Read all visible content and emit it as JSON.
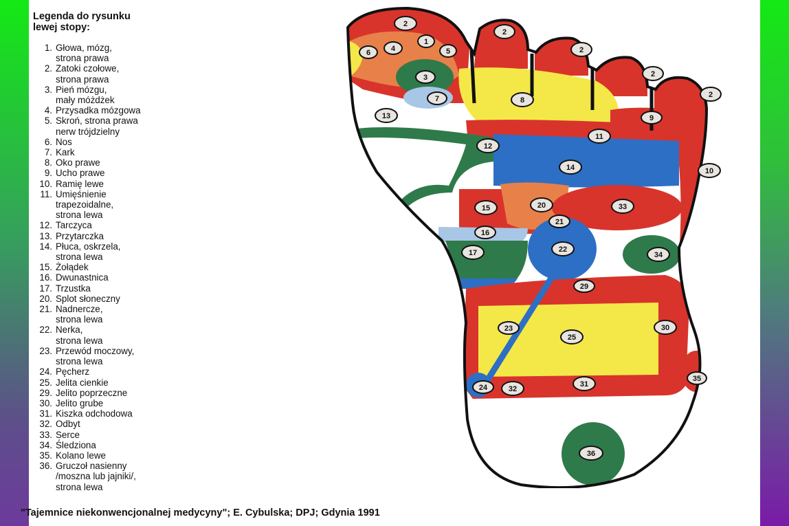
{
  "legend": {
    "title": "Legenda do rysunku\nlewej stopy:",
    "items": [
      {
        "num": "1.",
        "text": "Głowa, mózg,\nstrona prawa"
      },
      {
        "num": "2.",
        "text": "Zatoki czołowe,\nstrona prawa"
      },
      {
        "num": "3.",
        "text": "Pień mózgu,\nmały móżdżek"
      },
      {
        "num": "4.",
        "text": "Przysadka mózgowa"
      },
      {
        "num": "5.",
        "text": "Skroń, strona prawa\nnerw trójdzielny"
      },
      {
        "num": "6.",
        "text": "Nos"
      },
      {
        "num": "7.",
        "text": "Kark"
      },
      {
        "num": "8.",
        "text": "Oko prawe"
      },
      {
        "num": "9.",
        "text": "Ucho prawe"
      },
      {
        "num": "10.",
        "text": "Ramię lewe"
      },
      {
        "num": "11.",
        "text": "Umięśnienie\ntrapezoidalne,\nstrona lewa"
      },
      {
        "num": "12.",
        "text": "Tarczyca"
      },
      {
        "num": "13.",
        "text": "Przytarczka"
      },
      {
        "num": "14.",
        "text": "Płuca, oskrzela,\nstrona lewa"
      },
      {
        "num": "15.",
        "text": "Żołądek"
      },
      {
        "num": "16.",
        "text": "Dwunastnica"
      },
      {
        "num": "17.",
        "text": "Trzustka"
      },
      {
        "num": "20.",
        "text": "Splot słoneczny"
      },
      {
        "num": "21.",
        "text": "Nadnercze,\nstrona lewa"
      },
      {
        "num": "22.",
        "text": "Nerka,\nstrona lewa"
      },
      {
        "num": "23.",
        "text": "Przewód moczowy,\nstrona lewa"
      },
      {
        "num": "24.",
        "text": "Pęcherz"
      },
      {
        "num": "25.",
        "text": "Jelita cienkie"
      },
      {
        "num": "29.",
        "text": "Jelito poprzeczne"
      },
      {
        "num": "30.",
        "text": "Jelito grube"
      },
      {
        "num": "31.",
        "text": "Kiszka odchodowa"
      },
      {
        "num": "32.",
        "text": "Odbyt"
      },
      {
        "num": "33.",
        "text": "Serce"
      },
      {
        "num": "34.",
        "text": "Śledziona"
      },
      {
        "num": "35.",
        "text": "Kolano lewe"
      },
      {
        "num": "36.",
        "text": "Gruczoł nasienny\n/moszna lub jajniki/,\nstrona lewa"
      }
    ]
  },
  "source_note": "\"Tajemnice niekonwencjonalnej medycyny\"; E. Cybulska; DPJ; Gdynia 1991",
  "foot_labels": {
    "l1": "1",
    "l2": "2",
    "l3": "3",
    "l4": "4",
    "l5": "5",
    "l6": "6",
    "l7": "7",
    "l8": "8",
    "l9": "9",
    "l10": "10",
    "l11": "11",
    "l12": "12",
    "l13": "13",
    "l14": "14",
    "l15": "15",
    "l16": "16",
    "l17": "17",
    "l20": "20",
    "l21": "21",
    "l22": "22",
    "l23": "23",
    "l24": "24",
    "l25": "25",
    "l29": "29",
    "l30": "30",
    "l31": "31",
    "l32": "32",
    "l33": "33",
    "l34": "34",
    "l35": "35",
    "l36": "36"
  },
  "colors": {
    "red": "#d8342c",
    "blue": "#2d6fc4",
    "green": "#2f7a4a",
    "yellow": "#f4e848",
    "orange": "#e8804a",
    "light_blue": "#a8c6e6",
    "frame_green": "#14e914",
    "frame_purple": "#7a1aa8"
  }
}
